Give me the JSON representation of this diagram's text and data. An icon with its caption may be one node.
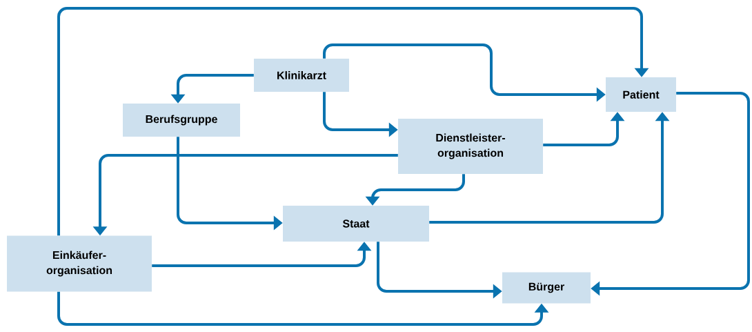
{
  "diagram": {
    "nodes": [
      {
        "text": [
          "Klinikarzt"
        ]
      },
      {
        "text": [
          "Berufsgruppe"
        ]
      },
      {
        "text": [
          "Patient"
        ]
      },
      {
        "text": [
          "Dienstleister- organisation"
        ]
      },
      {
        "text": [
          "Staat"
        ]
      },
      {
        "text": [
          "Einkäufer- organisation"
        ]
      },
      {
        "text": [
          "Bürger"
        ]
      }
    ],
    "edges": [
      {
        "from": 0,
        "to": 1,
        "arrow": "to"
      },
      {
        "from": 0,
        "to": 2,
        "arrow": "to"
      },
      {
        "from": 0,
        "to": 3,
        "arrow": "to"
      },
      {
        "from": 1,
        "to": 4,
        "arrow": "to"
      },
      {
        "from": 3,
        "to": 2,
        "arrow": "to"
      },
      {
        "from": 3,
        "to": 5,
        "arrow": "to"
      },
      {
        "from": 3,
        "to": 4,
        "arrow": "to"
      },
      {
        "from": 4,
        "to": 2,
        "arrow": "to"
      },
      {
        "from": 4,
        "to": 6,
        "arrow": "to"
      },
      {
        "from": 5,
        "to": 4,
        "arrow": "to"
      },
      {
        "from": 5,
        "to": 2,
        "arrow": "to"
      },
      {
        "from": 5,
        "to": 6,
        "arrow": "to"
      },
      {
        "from": 2,
        "to": 6,
        "arrow": "to"
      }
    ]
  }
}
